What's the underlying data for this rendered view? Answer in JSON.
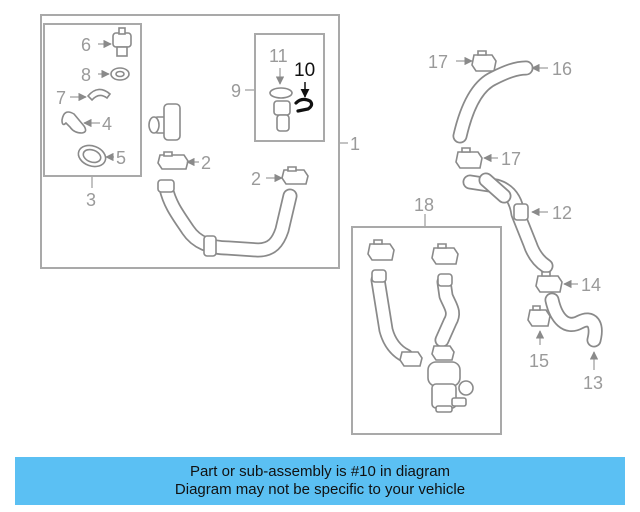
{
  "diagram": {
    "highlighted_part": "10",
    "callouts": {
      "p1": "1",
      "p2a": "2",
      "p2b": "2",
      "p3": "3",
      "p4": "4",
      "p5": "5",
      "p6": "6",
      "p7": "7",
      "p8": "8",
      "p9": "9",
      "p10": "10",
      "p11": "11",
      "p12": "12",
      "p13": "13",
      "p14": "14",
      "p15": "15",
      "p16": "16",
      "p17a": "17",
      "p17b": "17",
      "p18": "18"
    }
  },
  "colors": {
    "banner_bg": "#5bc0f3",
    "highlight": "#111111",
    "linework": "#8a8a8a"
  },
  "banner": {
    "line1": "Part or sub-assembly is #10 in diagram",
    "line2": "Diagram may not be specific to your vehicle"
  }
}
